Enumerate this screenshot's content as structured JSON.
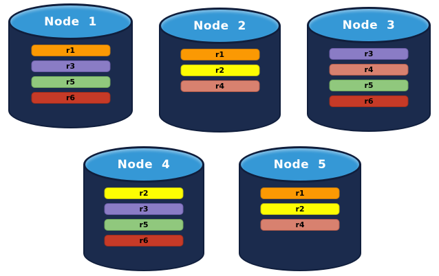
{
  "diagram": {
    "type": "replica-placement-diagram",
    "canvas_bg": "#ffffff",
    "cylinder": {
      "top_fill": "#3598D6",
      "body_fill": "#1B2B4D",
      "outline": "#101E3C",
      "title_color": "#ffffff"
    },
    "replica_styles": {
      "r1": {
        "fill": "#FB9903",
        "border": "#C87C0B"
      },
      "r2": {
        "fill": "#FDFD02",
        "border": "#BEBE13"
      },
      "r3": {
        "fill": "#8A7CC5",
        "border": "#6C5CA9"
      },
      "r4": {
        "fill": "#D8816F",
        "border": "#B15B4B"
      },
      "r5": {
        "fill": "#90C87D",
        "border": "#6FA65C"
      },
      "r6": {
        "fill": "#C63A27",
        "border": "#992D1D"
      }
    },
    "nodes": [
      {
        "label": "Node  1",
        "replicas": [
          "r1",
          "r3",
          "r5",
          "r6"
        ]
      },
      {
        "label": "Node  2",
        "replicas": [
          "r1",
          "r2",
          "r4"
        ]
      },
      {
        "label": "Node  3",
        "replicas": [
          "r3",
          "r4",
          "r5",
          "r6"
        ]
      },
      {
        "label": "Node  4",
        "replicas": [
          "r2",
          "r3",
          "r5",
          "r6"
        ]
      },
      {
        "label": "Node  5",
        "replicas": [
          "r1",
          "r2",
          "r4"
        ]
      }
    ]
  }
}
